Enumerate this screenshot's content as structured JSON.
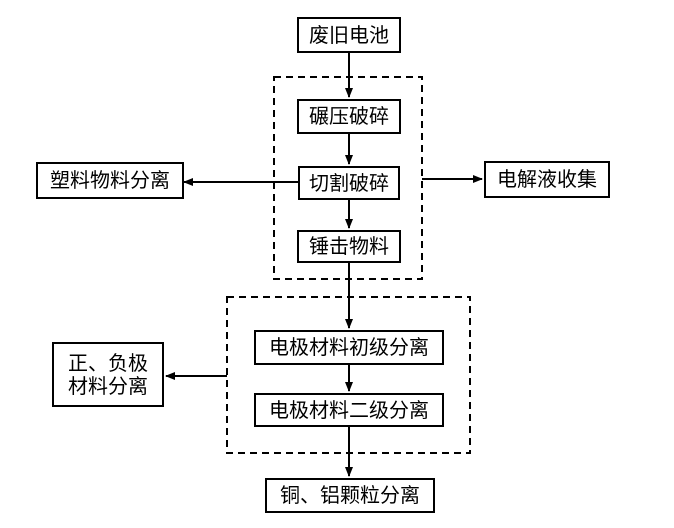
{
  "nodes": {
    "waste_battery": "废旧电池",
    "crush_grind": "碾压破碎",
    "cut_crush": "切割破碎",
    "hammer_material": "锤击物料",
    "plastic_separation": "塑料物料分离",
    "electrolyte_collection": "电解液收集",
    "electrode_primary_separation": "电极材料初级分离",
    "electrode_secondary_separation": "电极材料二级分离",
    "pos_neg_material_separation": [
      "正、负极",
      "材料分离"
    ],
    "copper_aluminum_separation": "铜、铝颗粒分离"
  }
}
